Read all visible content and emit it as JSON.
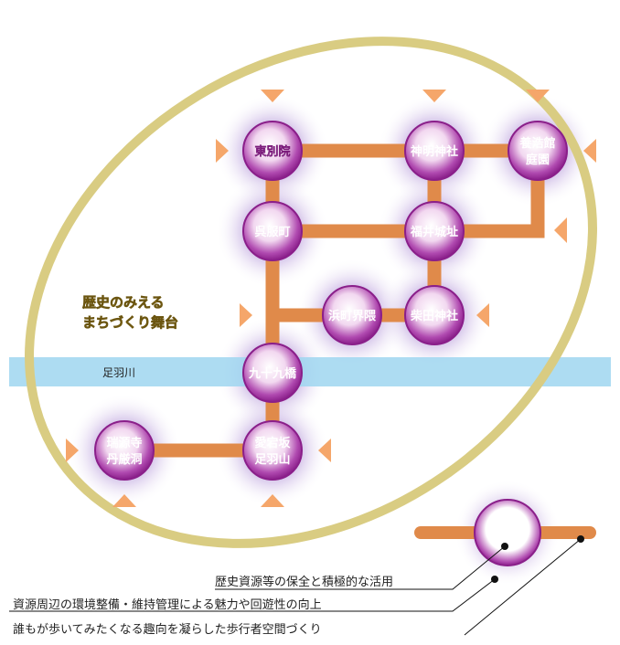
{
  "stage_title": [
    "歴史のみえる",
    "まちづくり舞台"
  ],
  "river_label": "足羽川",
  "nodes": [
    {
      "id": "higashibetsuin",
      "lines": [
        "東別院"
      ]
    },
    {
      "id": "shinmei",
      "lines": [
        "神明神社"
      ]
    },
    {
      "id": "yokokan",
      "lines": [
        "養浩館",
        "庭園"
      ]
    },
    {
      "id": "gofukucho",
      "lines": [
        "呉服町"
      ]
    },
    {
      "id": "fukuijo",
      "lines": [
        "福井城址"
      ]
    },
    {
      "id": "hamamachi",
      "lines": [
        "浜町界隈"
      ]
    },
    {
      "id": "shibata",
      "lines": [
        "柴田神社"
      ]
    },
    {
      "id": "tsukumo",
      "lines": [
        "九十九橋"
      ]
    },
    {
      "id": "zuigenji",
      "lines": [
        "瑞源寺",
        "丹厳洞"
      ]
    },
    {
      "id": "atagozaka",
      "lines": [
        "愛宕坂",
        "足羽山"
      ]
    }
  ],
  "legend": [
    "歴史資源等の保全と積極的な活用",
    "資源周辺の環境整備・維持管理による魅力や回遊性の向上",
    "誰もが歩いてみたくなる趣向を凝らした歩行者空間づくり"
  ],
  "colors": {
    "path": "#e08a4a",
    "node_glow": "#a07cc8",
    "node_fill": "#9b2e9a",
    "river": "#8fd0ee",
    "ellipse": "#d8c878",
    "arrow": "#f4a868"
  }
}
